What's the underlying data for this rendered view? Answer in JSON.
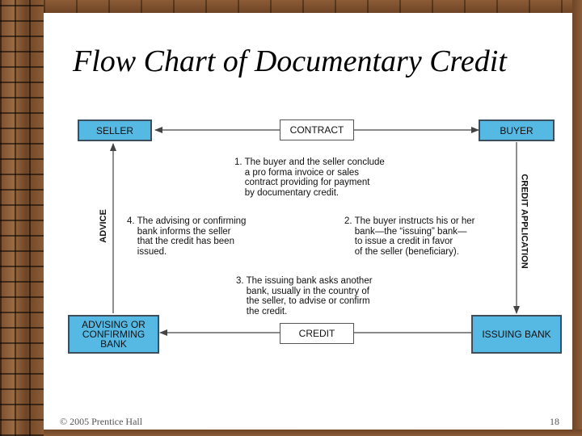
{
  "slide": {
    "title": "Flow Chart of Documentary Credit",
    "footer_left": "© 2005 Prentice Hall",
    "page_number": "18"
  },
  "diagram": {
    "nodes": {
      "seller": "SELLER",
      "contract": "CONTRACT",
      "buyer": "BUYER",
      "advising_bank": "ADVISING OR\nCONFIRMING\nBANK",
      "credit": "CREDIT",
      "issuing_bank": "ISSUING BANK"
    },
    "edge_labels": {
      "advice": "ADVICE",
      "credit_application": "CREDIT APPLICATION"
    },
    "steps": [
      "1. The buyer and the seller conclude\n    a pro forma invoice or sales\n    contract providing for payment\n    by documentary credit.",
      "2. The buyer instructs his or her\n    bank—the “issuing” bank—\n    to issue a credit in favor\n    of the seller (beneficiary).",
      "3. The issuing bank asks another\n    bank, usually in the country of\n    the seller, to advise or confirm\n    the credit.",
      "4. The advising or confirming\n    bank informs the seller\n    that the credit has been\n    issued."
    ],
    "colors": {
      "box_fill": "#55b9e4",
      "box_border": "#3d4f5c",
      "arrow": "#444444"
    }
  }
}
